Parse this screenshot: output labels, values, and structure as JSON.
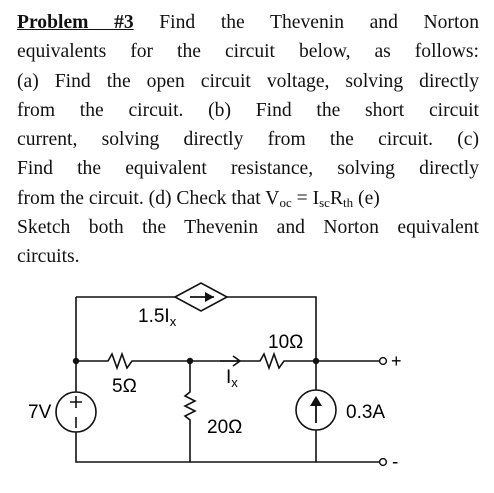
{
  "problem": {
    "heading": "Problem #3",
    "line1_rest": "Find the Thevenin and Norton",
    "line2": "equivalents for the circuit below, as follows:",
    "line3": "(a) Find the open circuit voltage, solving directly",
    "line4_a": "from the circuit.",
    "line4_b": "(b) Find the short circuit",
    "line5": "current, solving directly from the circuit. (c)",
    "line6": "Find the equivalent resistance, solving directly",
    "line7_a": "from the circuit. (d) Check that V",
    "voc_sub": "oc",
    "eq": " = I",
    "isc_sub": "sc",
    "r": "R",
    "rth_sub": "th",
    "line7_end": " (e)",
    "line8": "Sketch both the Thevenin and Norton equivalent",
    "line9": "circuits."
  },
  "circuit": {
    "dep_source_label": "1.5I",
    "dep_source_sub": "x",
    "r1_label": "5Ω",
    "r2_label": "10Ω",
    "r3_label": "20Ω",
    "ix_label": "I",
    "ix_sub": "x",
    "v_source_label": "7V",
    "i_source_label": "0.3A",
    "terminal_plus": "+",
    "terminal_minus": "-"
  }
}
